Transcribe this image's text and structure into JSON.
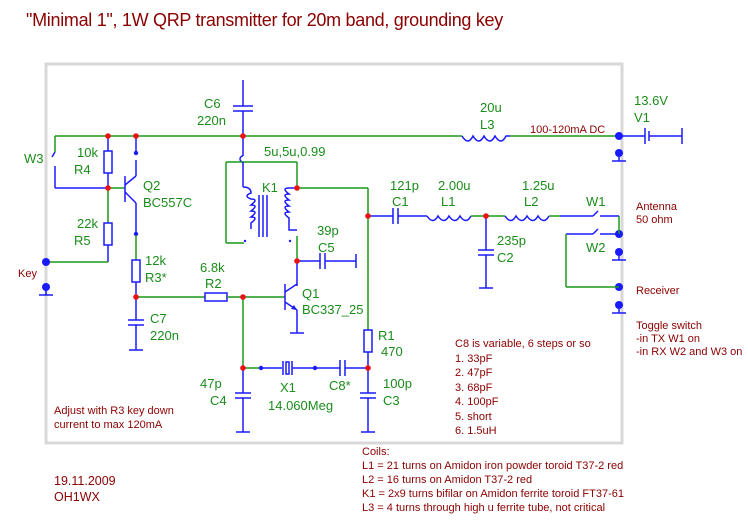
{
  "title": "\"Minimal 1\", 1W QRP transmitter for 20m band, grounding key",
  "colors": {
    "wire_green": "#1a9a1a",
    "wire_blue": "#1a1aff",
    "junction_red": "#ee1111",
    "label_green": "#1a8c1a",
    "note_red": "#8b0000",
    "frame_gray": "#d8d8d8"
  },
  "components": {
    "C6": {
      "ref": "C6",
      "value": "220n"
    },
    "L3": {
      "ref": "L3",
      "value": "20u"
    },
    "V1": {
      "ref": "V1",
      "value": "13.6V"
    },
    "W3": {
      "ref": "W3"
    },
    "R4": {
      "ref": "R4",
      "value": "10k"
    },
    "R5": {
      "ref": "R5",
      "value": "22k"
    },
    "Q2": {
      "ref": "Q2",
      "value": "BC557C"
    },
    "R3": {
      "ref": "R3*",
      "value": "12k"
    },
    "C7": {
      "ref": "C7",
      "value": "220n"
    },
    "R2": {
      "ref": "R2",
      "value": "6.8k"
    },
    "K1": {
      "ref": "K1",
      "value": "5u,5u,0.99"
    },
    "C5": {
      "ref": "C5",
      "value": "39p"
    },
    "Q1": {
      "ref": "Q1",
      "value": "BC337_25"
    },
    "C1": {
      "ref": "C1",
      "value": "121p"
    },
    "L1": {
      "ref": "L1",
      "value": "2.00u"
    },
    "L2": {
      "ref": "L2",
      "value": "1.25u"
    },
    "C2": {
      "ref": "C2",
      "value": "235p"
    },
    "W1": {
      "ref": "W1"
    },
    "W2": {
      "ref": "W2"
    },
    "R1": {
      "ref": "R1",
      "value": "470"
    },
    "C4": {
      "ref": "C4",
      "value": "47p"
    },
    "X1": {
      "ref": "X1",
      "value": "14.060Meg"
    },
    "C8": {
      "ref": "C8*"
    },
    "C3": {
      "ref": "C3",
      "value": "100p"
    }
  },
  "labels": {
    "dc_current": "100-120mA DC",
    "key": "Key",
    "antenna": [
      "Antenna",
      "50 ohm"
    ],
    "receiver": "Receiver",
    "toggle": [
      "Toggle switch",
      "-in TX W1 on",
      "-in RX W2 and W3 on"
    ],
    "adjust": [
      "Adjust with R3 key down",
      "current to max 120mA"
    ]
  },
  "c8_notes": {
    "heading": "C8 is variable, 6 steps or so",
    "steps": [
      "1. 33pF",
      "2. 47pF",
      "3. 68pF",
      "4. 100pF",
      "5. short",
      "6. 1.5uH"
    ]
  },
  "coils": {
    "heading": "Coils:",
    "lines": [
      "L1 = 21 turns on Amidon iron powder toroid T37-2 red",
      "L2 = 16 turns on Amidon  T37-2 red",
      "K1 = 2x9 turns bifilar on Amidon ferrite toroid FT37-61",
      "L3 = 4 turns through high u ferrite tube, not critical"
    ]
  },
  "signature": {
    "date": "19.11.2009",
    "callsign": "OH1WX"
  }
}
